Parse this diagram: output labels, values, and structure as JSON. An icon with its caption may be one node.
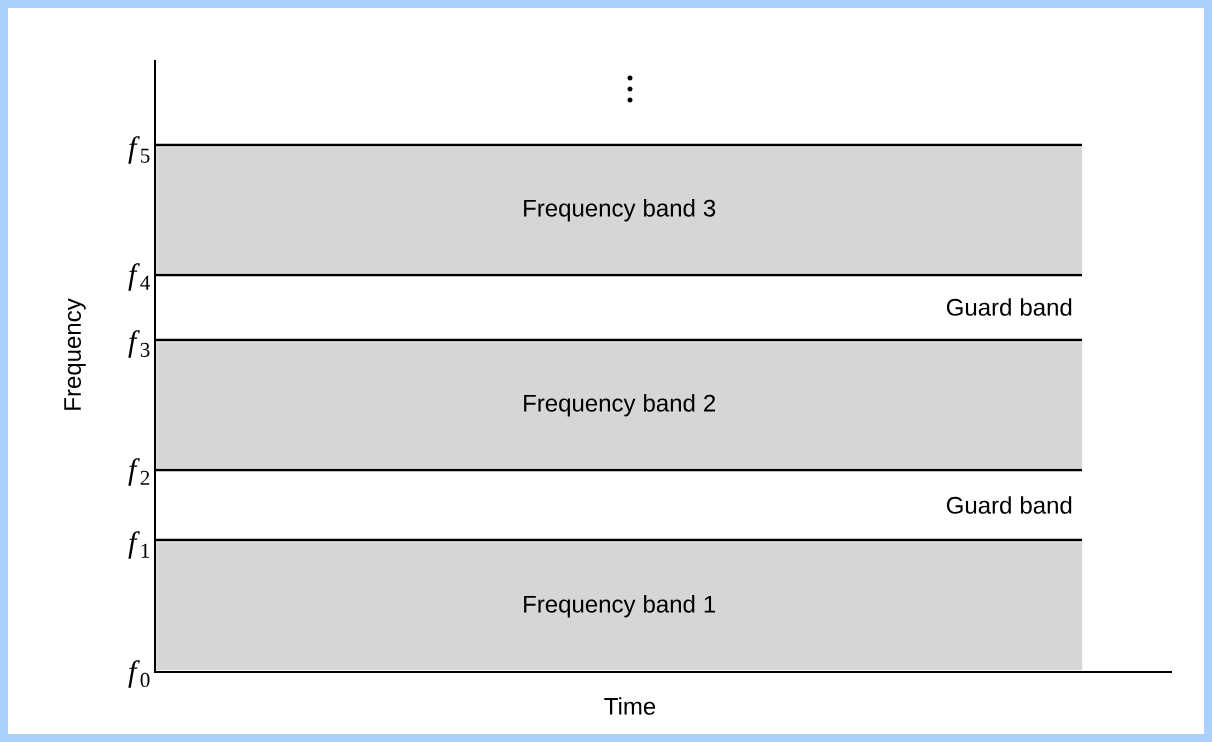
{
  "diagram": {
    "nodes": [
      {
        "text": [
          "Frequency band 3"
        ]
      },
      {
        "text": [
          "Guard band"
        ]
      },
      {
        "text": [
          "Frequency band 2"
        ]
      },
      {
        "text": [
          "Guard band"
        ]
      },
      {
        "text": [
          "Frequency band 1"
        ]
      }
    ],
    "labels": [
      "*f*$_{5}$",
      "*f*$_{4}$",
      "*f*$_{3}$",
      "*f*$_{2}$",
      "*f*$_{1}$",
      "*f*$_{0}$",
      "Frequency",
      "Time"
    ]
  }
}
